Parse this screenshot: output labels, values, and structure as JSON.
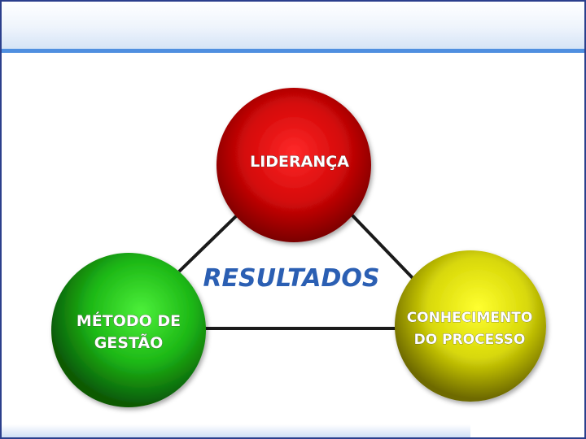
{
  "diagram": {
    "center_label": "RESULTADOS",
    "nodes": [
      {
        "id": "lideranca",
        "lines": [
          "LIDERANÇA"
        ],
        "color": "#e01010"
      },
      {
        "id": "metodo",
        "lines": [
          "MÉTODO DE",
          "GESTÃO"
        ],
        "color": "#22c21a"
      },
      {
        "id": "conhecimento",
        "lines": [
          "CONHECIMENTO",
          "DO PROCESSO"
        ],
        "color": "#e0e010"
      }
    ]
  }
}
